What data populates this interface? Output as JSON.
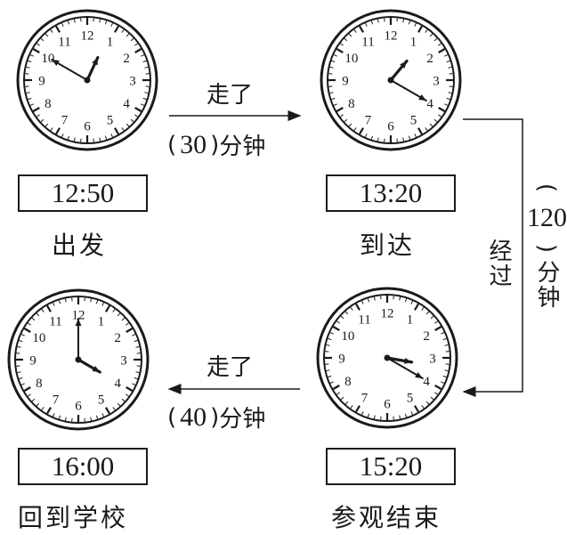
{
  "clocks": [
    {
      "id": "depart",
      "hour": 12,
      "minute": 50,
      "time_label": "12:50",
      "caption": "出发"
    },
    {
      "id": "arrive",
      "hour": 13,
      "minute": 20,
      "time_label": "13:20",
      "caption": "到达"
    },
    {
      "id": "visit-end",
      "hour": 15,
      "minute": 20,
      "time_label": "15:20",
      "caption": "参观结束"
    },
    {
      "id": "return",
      "hour": 16,
      "minute": 0,
      "time_label": "16:00",
      "caption": "回到学校"
    }
  ],
  "dial_numbers": [
    "12",
    "1",
    "2",
    "3",
    "4",
    "5",
    "6",
    "7",
    "8",
    "9",
    "10",
    "11"
  ],
  "transitions": {
    "top": {
      "verb": "走了",
      "minutes": "30",
      "unit": "分钟"
    },
    "right": {
      "verb": "经过",
      "minutes": "120",
      "unit": "分钟"
    },
    "bottom": {
      "verb": "走了",
      "minutes": "40",
      "unit": "分钟"
    }
  },
  "paren_open": "(",
  "paren_close": ")"
}
